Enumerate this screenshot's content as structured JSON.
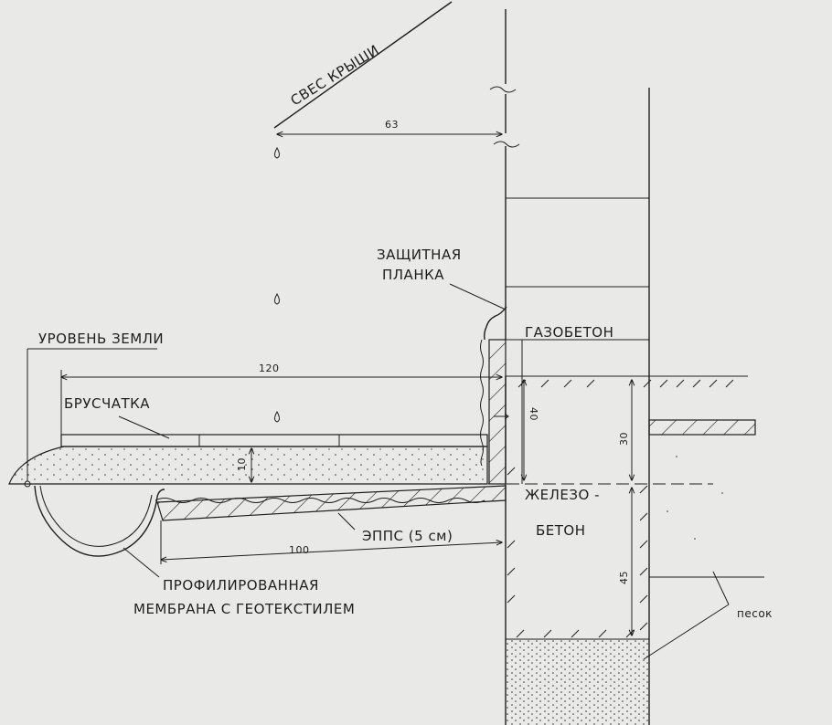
{
  "labels": {
    "roof_overhang": "СВЕС КРЫШИ",
    "protective_strip_line1": "ЗАЩИТНАЯ",
    "protective_strip_line2": "ПЛАНКА",
    "aerated_concrete": "ГАЗОБЕТОН",
    "ground_level": "УРОВЕНЬ ЗЕМЛИ",
    "paving": "БРУСЧАТКА",
    "reinforced_concrete_line1": "ЖЕЛЕЗО -",
    "reinforced_concrete_line2": "БЕТОН",
    "xps": "ЭППС (5 см)",
    "membrane_line1": "ПРОФИЛИРОВАННАЯ",
    "membrane_line2": "МЕМБРАНА С ГЕОТЕКСТИЛЕМ",
    "sand": "песок"
  },
  "dimensions": {
    "overhang_width": "63",
    "paving_width": "120",
    "sand_layer": "10",
    "plinth_height": "40",
    "above_ground": "30",
    "below_ground": "45",
    "xps_width": "100"
  },
  "colors": {
    "ink": "#1e1e1e",
    "paper": "#e9e9e7"
  }
}
